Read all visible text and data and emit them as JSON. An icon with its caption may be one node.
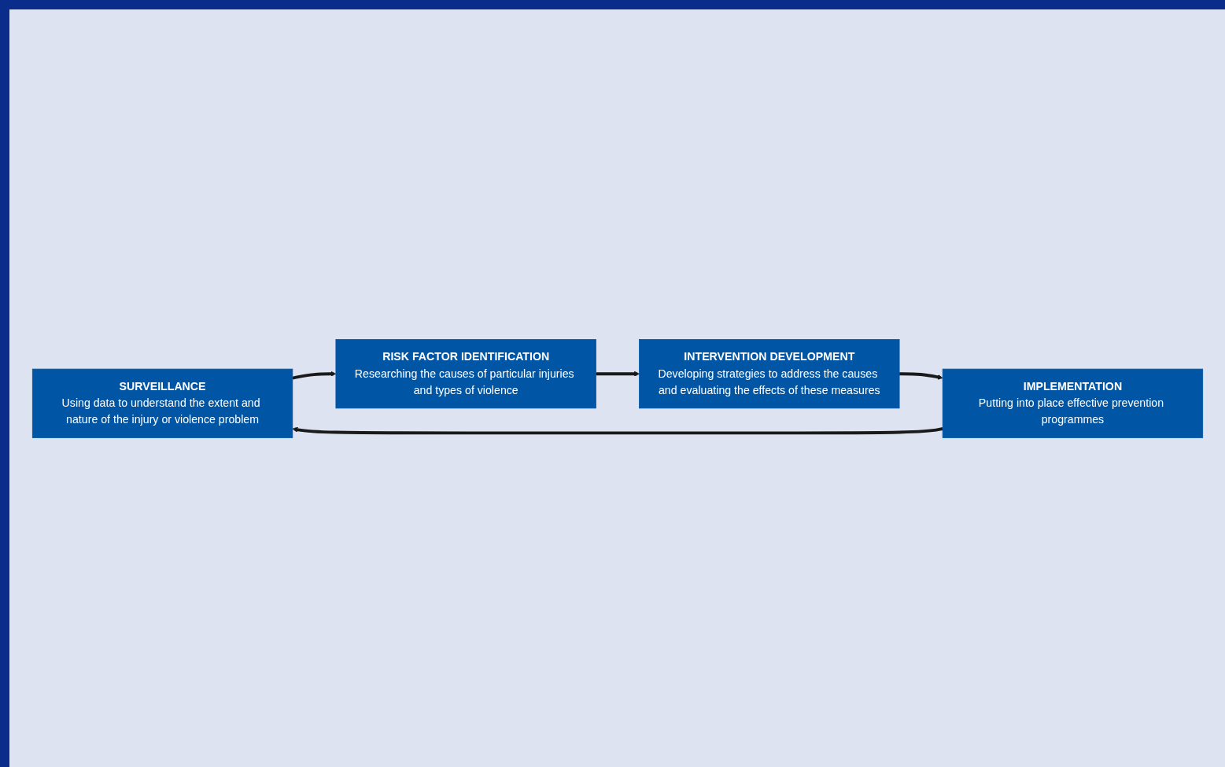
{
  "diagram": {
    "nodes": [
      {
        "text": [
          "SURVEILLANCE",
          "Using data to understand the extent and nature of the injury or violence problem"
        ]
      },
      {
        "text": [
          "RISK FACTOR IDENTIFICATION",
          "Researching the causes of particular injuries and types of violence"
        ]
      },
      {
        "text": [
          "INTERVENTION DEVELOPMENT",
          "Developing strategies to address the causes and evaluating the effects of these measures"
        ]
      },
      {
        "text": [
          "IMPLEMENTATION",
          "Putting into place effective prevention programmes"
        ]
      }
    ],
    "edges": [
      {
        "from": 0,
        "to": 1,
        "arrow": "to"
      },
      {
        "from": 1,
        "to": 2,
        "arrow": "to"
      },
      {
        "from": 2,
        "to": 3,
        "arrow": "to"
      },
      {
        "from": 3,
        "to": 0,
        "arrow": "to"
      }
    ]
  }
}
